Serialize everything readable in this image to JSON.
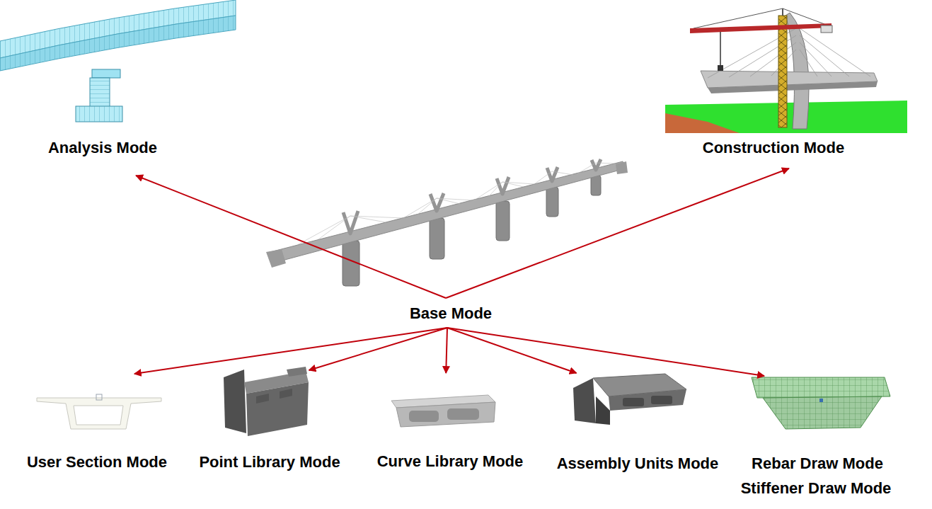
{
  "diagram": {
    "nodes": [
      {
        "text": [
          "Analysis Mode"
        ]
      },
      {
        "text": [
          "Construction Mode"
        ]
      },
      {
        "text": [
          "Base Mode"
        ]
      },
      {
        "text": [
          "User Section Mode"
        ]
      },
      {
        "text": [
          "Point Library Mode"
        ]
      },
      {
        "text": [
          "Curve Library Mode"
        ]
      },
      {
        "text": [
          "Assembly Units Mode"
        ]
      },
      {
        "text": [
          "Rebar Draw Mode",
          "Stiffener Draw Mode"
        ]
      }
    ],
    "edges": [
      {
        "from": 2,
        "to": 0,
        "arrow": "to"
      },
      {
        "from": 2,
        "to": 1,
        "arrow": "to"
      },
      {
        "from": 2,
        "to": 3,
        "arrow": "to"
      },
      {
        "from": 2,
        "to": 4,
        "arrow": "to"
      },
      {
        "from": 2,
        "to": 5,
        "arrow": "to"
      },
      {
        "from": 2,
        "to": 6,
        "arrow": "to"
      },
      {
        "from": 2,
        "to": 7,
        "arrow": "to"
      }
    ]
  }
}
